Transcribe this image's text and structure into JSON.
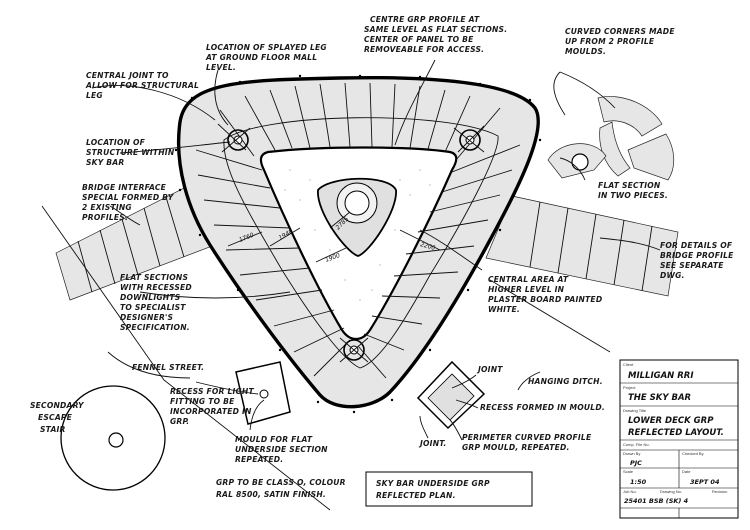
{
  "notes": {
    "centre_profile": [
      "CENTRE GRP PROFILE AT",
      "SAME LEVEL AS FLAT SECTIONS.",
      "CENTER OF PANEL TO BE",
      "REMOVEABLE FOR ACCESS."
    ],
    "curved_corners": [
      "CURVED CORNERS MADE",
      "UP FROM 2 PROFILE",
      "MOULDS."
    ],
    "splayed_leg": [
      "LOCATION OF SPLAYED LEG",
      "AT GROUND FLOOR MALL",
      "LEVEL."
    ],
    "central_joint": [
      "CENTRAL JOINT TO",
      "ALLOW FOR STRUCTURAL",
      "LEG"
    ],
    "structure_location": [
      "LOCATION OF",
      "STRUCTURE WITHIN",
      "SKY BAR"
    ],
    "bridge_interface": [
      "BRIDGE INTERFACE",
      "SPECIAL FORMED BY",
      "2 EXISTING",
      "PROFILES."
    ],
    "flat_section": [
      "FLAT SECTION",
      "IN TWO PIECES."
    ],
    "bridge_profile": [
      "FOR DETAILS OF",
      "BRIDGE PROFILE",
      "SEE SEPARATE",
      "DWG."
    ],
    "central_area": [
      "CENTRAL AREA AT",
      "HIGHER LEVEL IN",
      "PLASTER BOARD PAINTED",
      "WHITE."
    ],
    "flat_sections": [
      "FLAT SECTIONS",
      "WITH RECESSED",
      "DOWNLIGHTS",
      "TO SPECIALIST",
      "DESIGNER'S",
      "SPECIFICATION."
    ],
    "fennel_street": "FENNEL STREET.",
    "secondary_stair": [
      "SECONDARY",
      "ESCAPE",
      "STAIR"
    ],
    "recess_light": [
      "RECESS FOR LIGHT",
      "FITTING TO BE",
      "INCORPORATED IN",
      "GRP."
    ],
    "mould_flat": [
      "MOULD FOR FLAT",
      "UNDERSIDE SECTION",
      "REPEATED."
    ],
    "hanging_ditch": "HANGING DITCH.",
    "joint_top": "JOINT",
    "recess_formed": "RECESS FORMED IN MOULD.",
    "joint_bottom": "JOINT.",
    "perimeter": [
      "PERIMETER CURVED PROFILE",
      "GRP MOULD, REPEATED."
    ],
    "grp_class": [
      "GRP TO BE CLASS O, COLOUR",
      "RAL 8500, SATIN FINISH."
    ],
    "sky_bar_title": [
      "SKY BAR UNDERSIDE GRP",
      "REFLECTED PLAN."
    ]
  },
  "dimensions": [
    "1760",
    "1940",
    "1900",
    "2200",
    "2785"
  ],
  "title_block": {
    "client_label": "Client",
    "client": "MILLIGAN RRI",
    "project_label": "Project",
    "project": "THE SKY BAR",
    "drawing_title_label": "Drawing Title",
    "drawing_title": [
      "LOWER DECK GRP",
      "REFLECTED LAYOUT."
    ],
    "comp_file_label": "Comp. File No.",
    "drawn_label": "Drawn By",
    "drawn": "PJC",
    "checked_label": "Checked By",
    "scale_label": "Scale",
    "scale": "1:50",
    "date_label": "Date",
    "date": "3EPT 04",
    "job_label": "Job No.",
    "drawing_no_label": "Drawing No.",
    "revision_label": "Revision",
    "drawing_no": "25401 BSB (SK) 4"
  }
}
